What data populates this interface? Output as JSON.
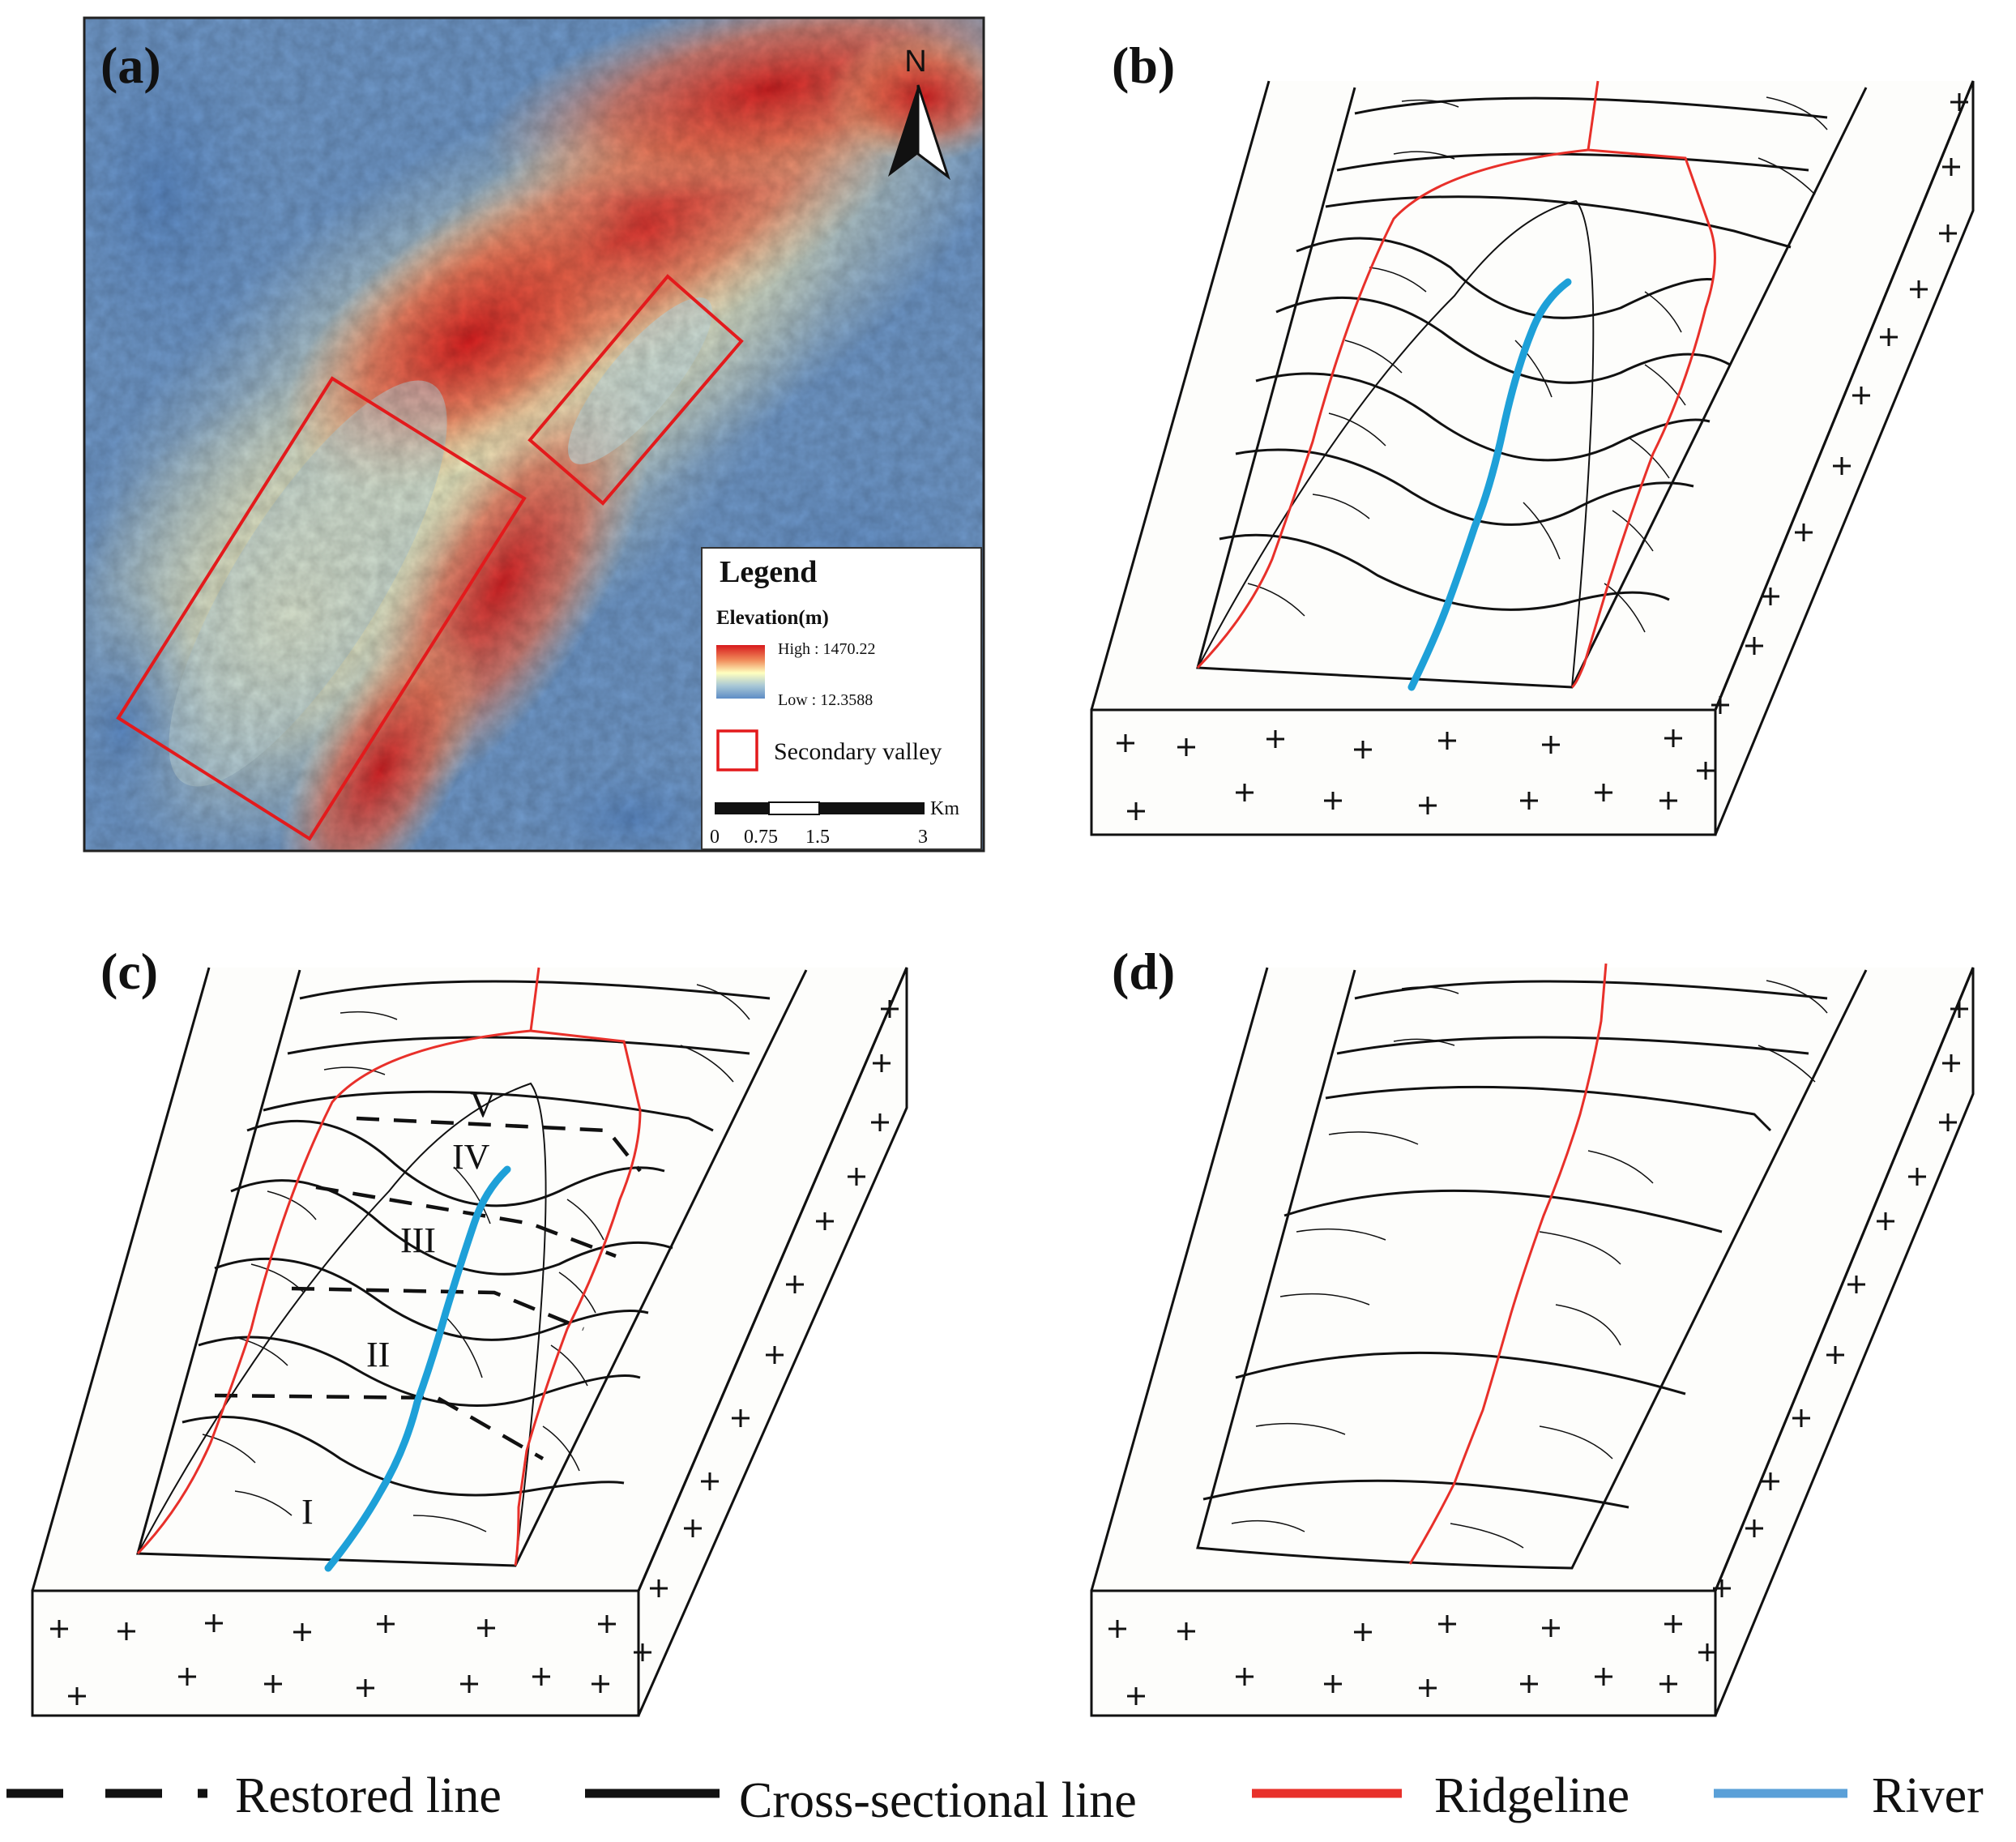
{
  "panels": {
    "a": {
      "letter": "(a)"
    },
    "b": {
      "letter": "(b)"
    },
    "c": {
      "letter": "(c)",
      "zones": [
        "I",
        "II",
        "III",
        "IV",
        "V"
      ]
    },
    "d": {
      "letter": "(d)"
    }
  },
  "map": {
    "north_label": "N",
    "legend": {
      "title": "Legend",
      "elevation_label": "Elevation(m)",
      "high_label": "High : 1470.22",
      "low_label": "Low : 12.3588",
      "valley_label": "Secondary valley"
    },
    "scale": {
      "unit": "Km",
      "ticks": [
        "0",
        "0.75",
        "1.5",
        "3"
      ]
    }
  },
  "legend": {
    "restored": "Restored line",
    "cross": "Cross-sectional line",
    "ridge": "Ridgeline",
    "river": "River"
  },
  "colors": {
    "ridge": "#e8302a",
    "river": "#1ea0d8",
    "valley_box": "#e31a1c",
    "elev_high": "#d7191c",
    "elev_mid": "#ffffbf",
    "elev_low": "#5e8cc6",
    "block_fill": "#fdfdfb"
  }
}
